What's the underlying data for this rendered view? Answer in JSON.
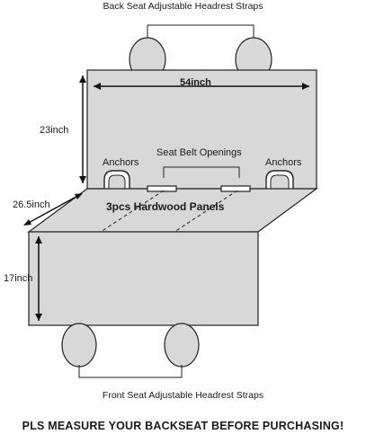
{
  "labels": {
    "back_straps": "Back Seat Adjustable Headrest Straps",
    "width": "54inch",
    "back_height": "23inch",
    "seat_belt": "Seat Belt Openings",
    "anchors_left": "Anchors",
    "anchors_right": "Anchors",
    "depth": "26.5inch",
    "panels": "3pcs Hardwood Panels",
    "front_height": "17inch",
    "front_straps": "Front Seat Adjustable Headrest Straps"
  },
  "footer_note": "PLS MEASURE YOUR BACKSEAT BEFORE PURCHASING!",
  "colors": {
    "fabric": "#d8d8d8",
    "outline": "#222222",
    "text": "#1a1a1a",
    "background": "#ffffff"
  }
}
